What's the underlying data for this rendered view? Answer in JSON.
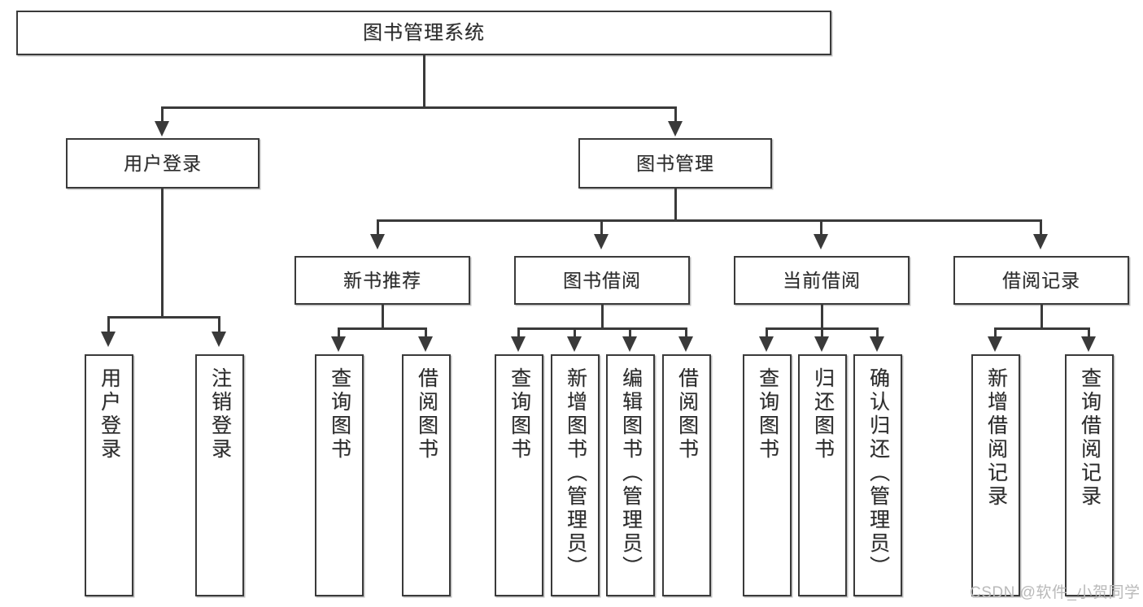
{
  "diagram": {
    "type": "tree-hierarchy",
    "title": "图书管理系统",
    "watermark": "CSDN @软件_小贺同学",
    "colors": {
      "box_border": "#3a3a3a",
      "box_fill": "#ffffff",
      "text": "#2b2b2b",
      "connector": "#3a3a3a",
      "watermark": "#b9b9b9",
      "background": "#ffffff"
    },
    "root": {
      "label": "图书管理系统"
    },
    "level2": [
      {
        "label": "用户登录"
      },
      {
        "label": "图书管理"
      }
    ],
    "level3": [
      {
        "label": "新书推荐"
      },
      {
        "label": "图书借阅"
      },
      {
        "label": "当前借阅"
      },
      {
        "label": "借阅记录"
      }
    ],
    "leaves": {
      "user_login": [
        {
          "label": "用户登录"
        },
        {
          "label": "注销登录"
        }
      ],
      "new_book_recommend": [
        {
          "label": "查询图书"
        },
        {
          "label": "借阅图书"
        }
      ],
      "book_borrow": [
        {
          "label": "查询图书"
        },
        {
          "label": "新增图书（管理员）"
        },
        {
          "label": "编辑图书（管理员）"
        },
        {
          "label": "借阅图书"
        }
      ],
      "current_borrow": [
        {
          "label": "查询图书"
        },
        {
          "label": "归还图书"
        },
        {
          "label": "确认归还（管理员）"
        }
      ],
      "borrow_record": [
        {
          "label": "新增借阅记录"
        },
        {
          "label": "查询借阅记录"
        }
      ]
    }
  }
}
